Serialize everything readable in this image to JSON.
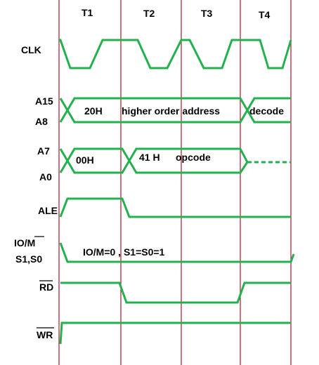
{
  "states": [
    "T1",
    "T2",
    "T3",
    "T4"
  ],
  "signals": {
    "clk": "CLK",
    "a15": "A15",
    "a8": "A8",
    "a7": "A7",
    "a0": "A0",
    "ale": "ALE",
    "iom_prefix": "IO/",
    "iom_bar": "M",
    "s1s0": "S1,S0",
    "rd": "RD",
    "wr": "WR"
  },
  "annotations": {
    "high_addr": "20H",
    "high_addr_desc": "higher order address",
    "high_addr_next": "decode",
    "low_addr": "00H",
    "opcode_value": "41 H",
    "opcode_desc": "opcode",
    "status": "IO/M=0 , S1=S0=1"
  },
  "colors": {
    "trace": "#22b14c",
    "state_boundary": "#b5132b",
    "text": "#000000"
  }
}
